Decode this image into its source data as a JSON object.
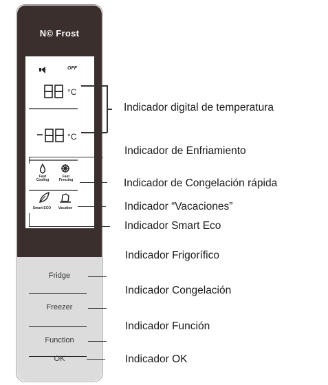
{
  "panel": {
    "brand": "N© Frost",
    "off_label": "OFF",
    "unit": "°C",
    "icons": {
      "fast_cooling": "Fast Cooling",
      "fast_freezing": "Fast Freezing",
      "smart_eco": "Smart ECO",
      "vacation": "Vacation"
    },
    "buttons": [
      "Fridge",
      "Freezer",
      "Function",
      "OK"
    ]
  },
  "annotations": {
    "digital_temp": "Indicador digital de temperatura",
    "cooling": "Indicador  de   Enfriamiento",
    "fast_freezing": "Indicador de Congelación rápida",
    "vacation": "Indicador “Vacaciones”",
    "smart_eco": "Indicador Smart Eco",
    "fridge": "Indicador  Frigorífico",
    "freezer": "Indicador Congelación",
    "function": "Indicador Función",
    "ok": "Indicador OK"
  }
}
